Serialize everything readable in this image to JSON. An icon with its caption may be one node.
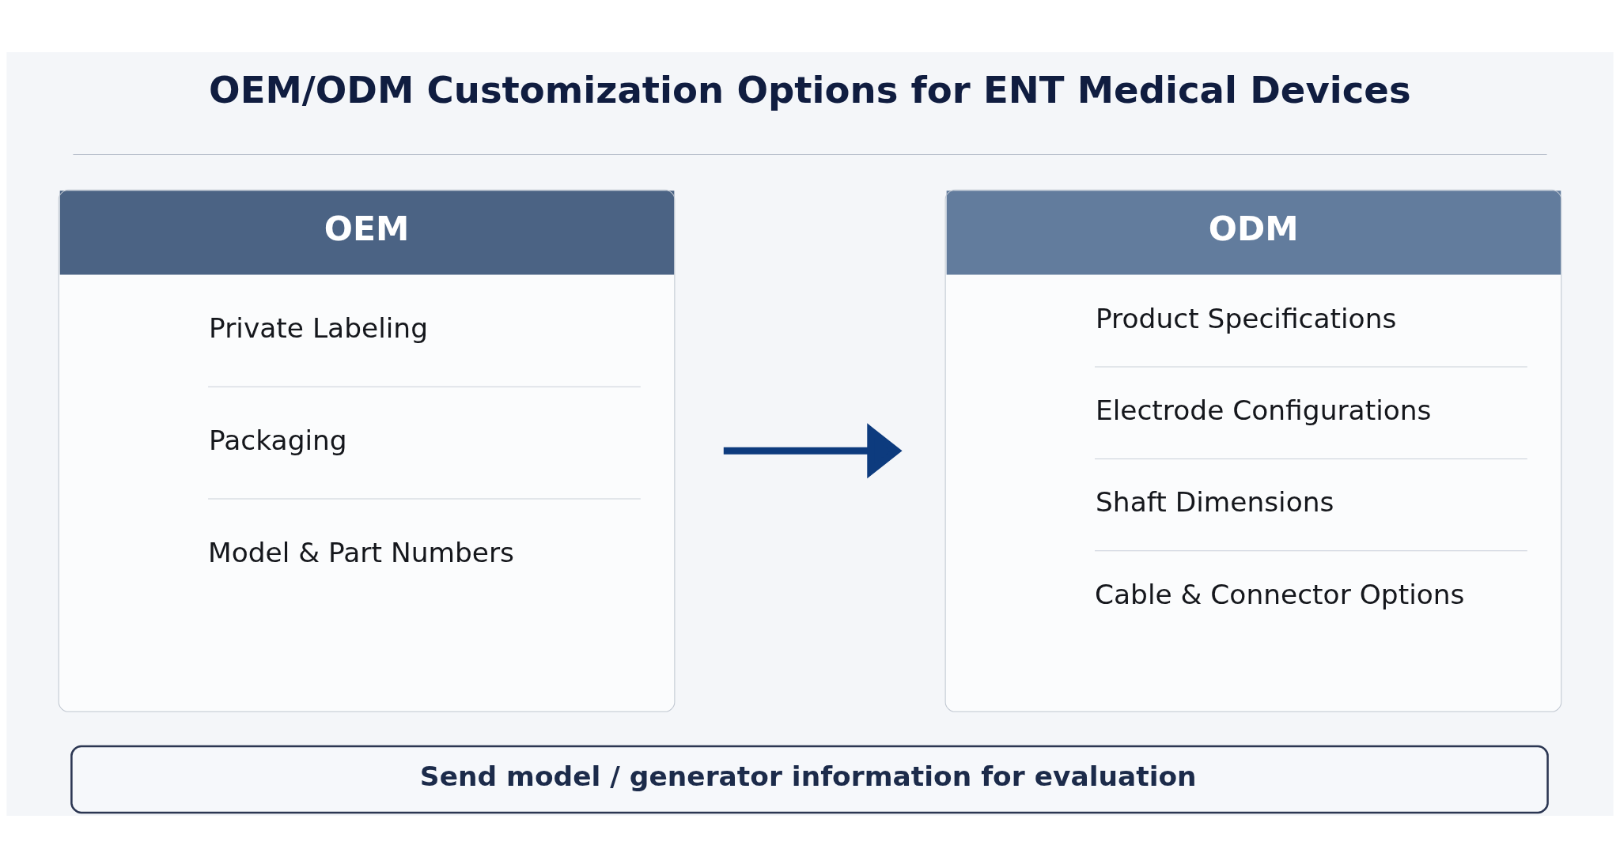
{
  "diagram": {
    "title": "OEM/ODM Customization Options for ENT Medical Devices",
    "nodes": [
      {
        "text": [
          "OEM",
          "Private Labeling",
          "Packaging",
          "Model & Part Numbers"
        ]
      },
      {
        "text": [
          "ODM",
          "Product Specifications",
          "Electrode Configurations",
          "Shaft Dimensions",
          "Cable & Connector Options"
        ]
      },
      {
        "text": [
          "Send model / generator information for evaluation"
        ]
      }
    ],
    "edges": [
      {
        "from": 0,
        "to": 1,
        "arrow": "to",
        "color": "#0d3b7e"
      }
    ]
  }
}
